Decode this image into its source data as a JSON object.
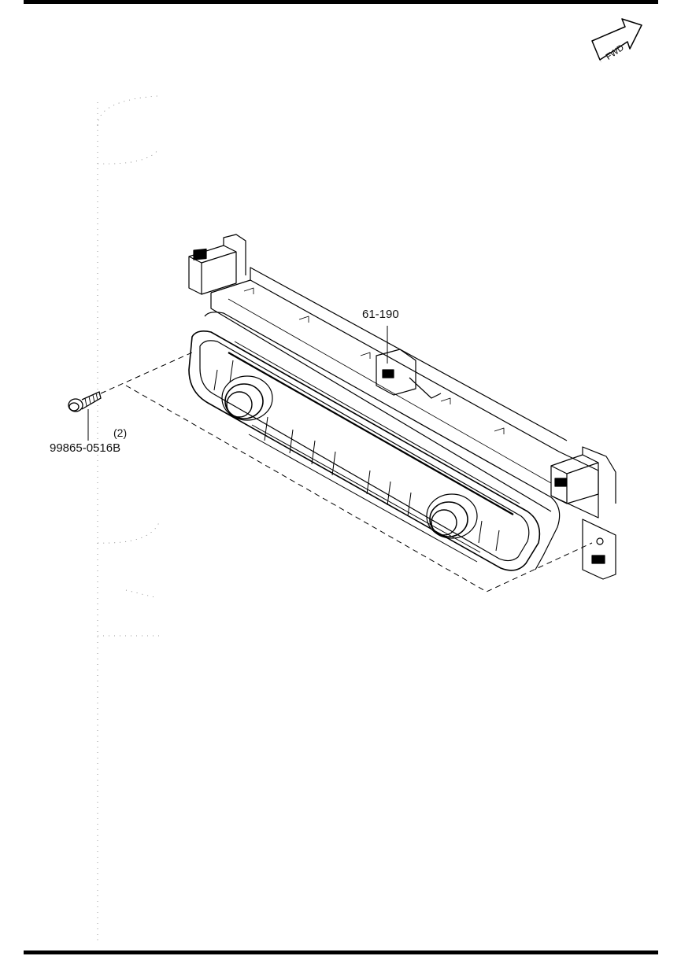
{
  "diagram": {
    "fwd_label": "FWD",
    "callouts": {
      "control_unit_part": "61-190",
      "bolt_quantity": "(2)",
      "bolt_part": "99865-0516B"
    }
  }
}
